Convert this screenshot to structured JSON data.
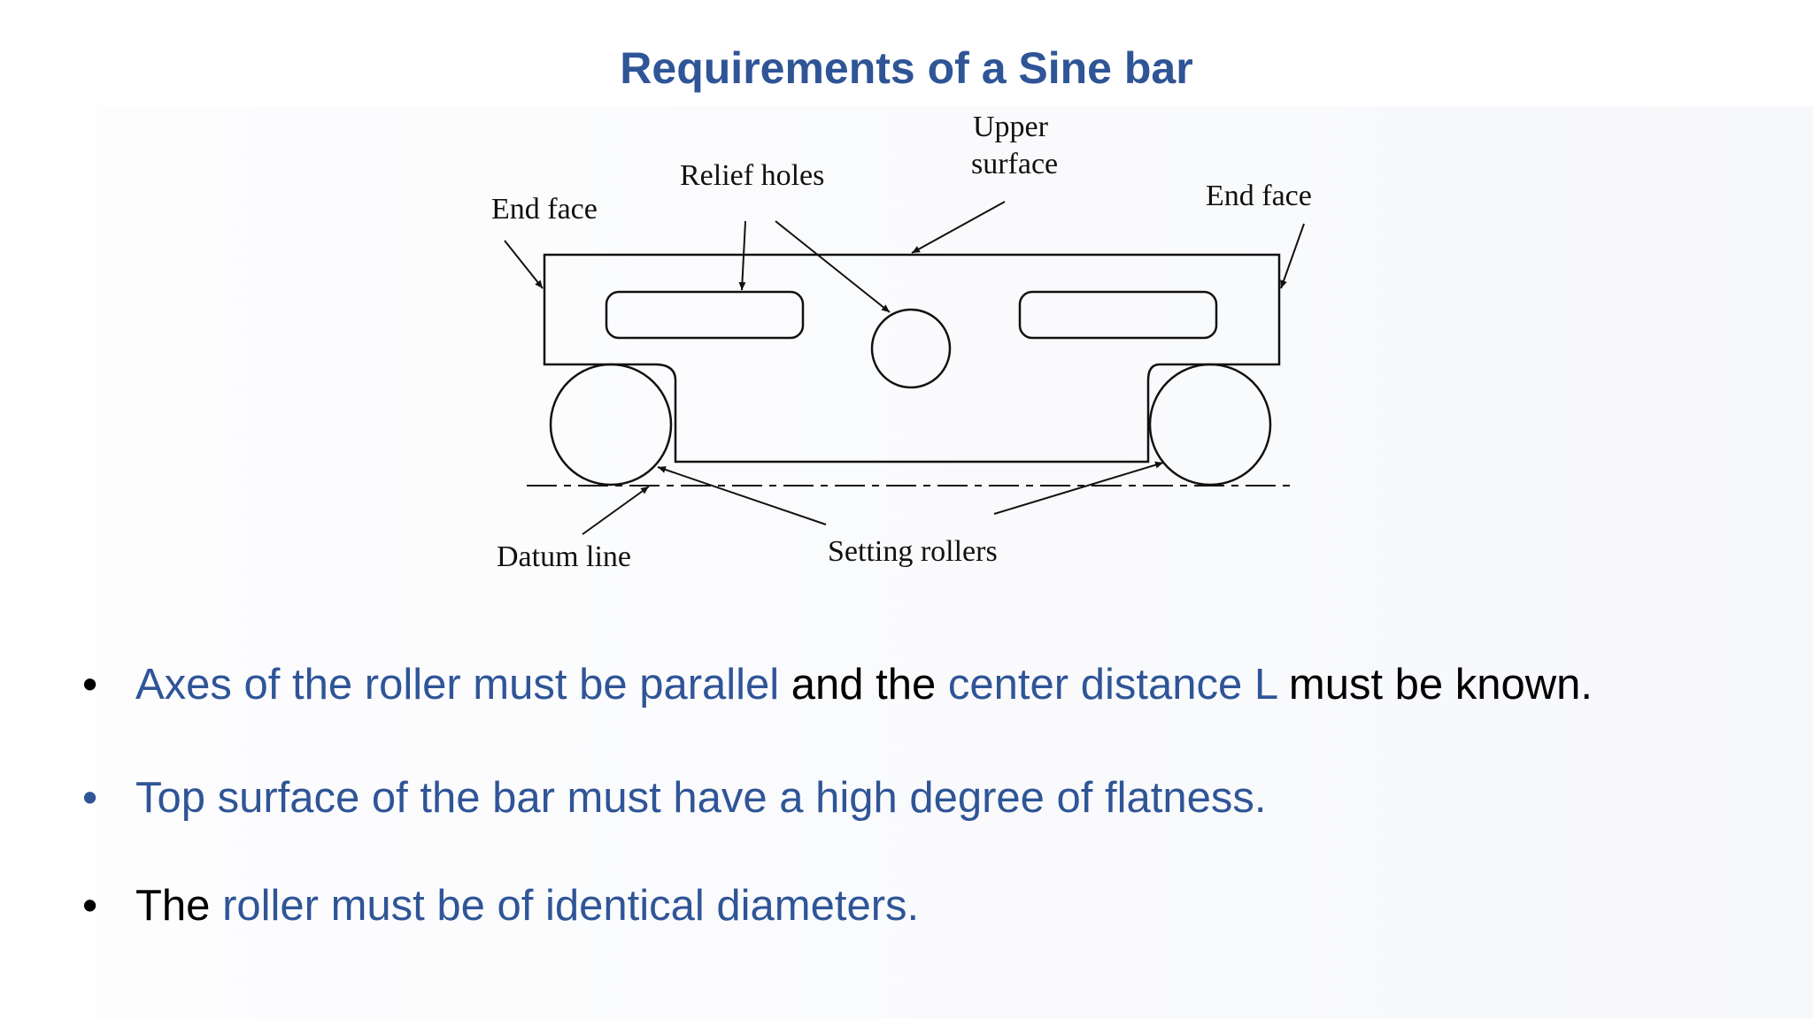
{
  "slide": {
    "title": "Requirements of a Sine bar"
  },
  "diagram": {
    "labels": {
      "end_face_left": "End face",
      "relief_holes": "Relief holes",
      "upper_line1": "Upper",
      "upper_line2": "surface",
      "end_face_right": "End face",
      "datum_line": "Datum line",
      "setting_rollers": "Setting rollers"
    }
  },
  "bullets": {
    "b1": {
      "symbol": "•",
      "p1": "Axes of the roller must be parallel",
      "p2": " and the ",
      "p3": "center distance L",
      "p4": " must be known."
    },
    "b2": {
      "symbol": "•",
      "p1": "Top surface of the bar must have a high degree of flatness."
    },
    "b3": {
      "symbol": "•",
      "p1": "The ",
      "p2": "roller must be of identical diameters."
    }
  },
  "colors": {
    "accent_blue": "#2f5597",
    "text_black": "#000000"
  }
}
